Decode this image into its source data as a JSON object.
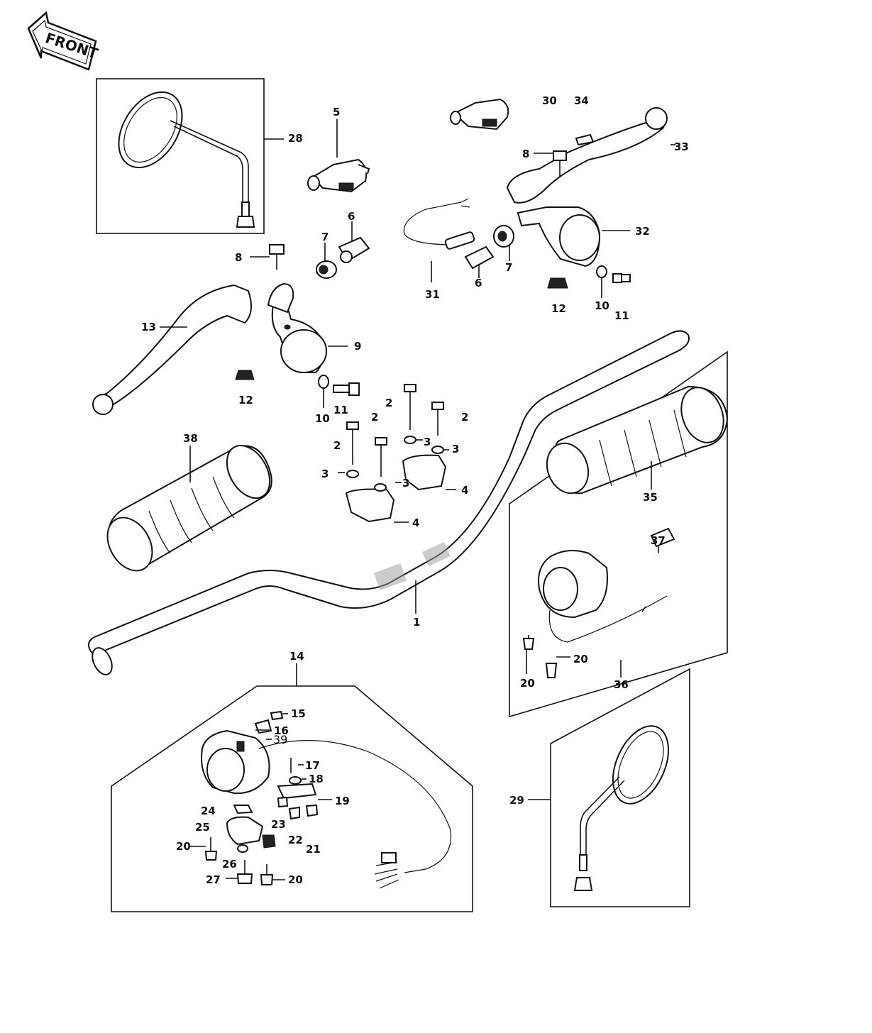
{
  "diagram": {
    "front_label": "FRONT",
    "callouts": {
      "c1": "1",
      "c2a": "2",
      "c2b": "2",
      "c2c": "2",
      "c2d": "2",
      "c3a": "3",
      "c3b": "3",
      "c3c": "3",
      "c3d": "3",
      "c4a": "4",
      "c4b": "4",
      "c5": "5",
      "c6a": "6",
      "c6b": "6",
      "c7a": "7",
      "c7b": "7",
      "c8a": "8",
      "c8b": "8",
      "c9": "9",
      "c10a": "10",
      "c10b": "10",
      "c11a": "11",
      "c11b": "11",
      "c12a": "12",
      "c12b": "12",
      "c13": "13",
      "c14": "14",
      "c15": "15",
      "c16": "16",
      "c17": "17",
      "c18": "18",
      "c19": "19",
      "c20a": "20",
      "c20b": "20",
      "c20c": "20",
      "c20d": "20",
      "c21": "21",
      "c22": "22",
      "c23": "23",
      "c24": "24",
      "c25": "25",
      "c26": "26",
      "c27": "27",
      "c28": "28",
      "c29": "29",
      "c30": "30",
      "c31": "31",
      "c32": "32",
      "c33": "33",
      "c34": "34",
      "c35": "35",
      "c36": "36",
      "c37": "37",
      "c38": "38",
      "c39": "39"
    }
  }
}
